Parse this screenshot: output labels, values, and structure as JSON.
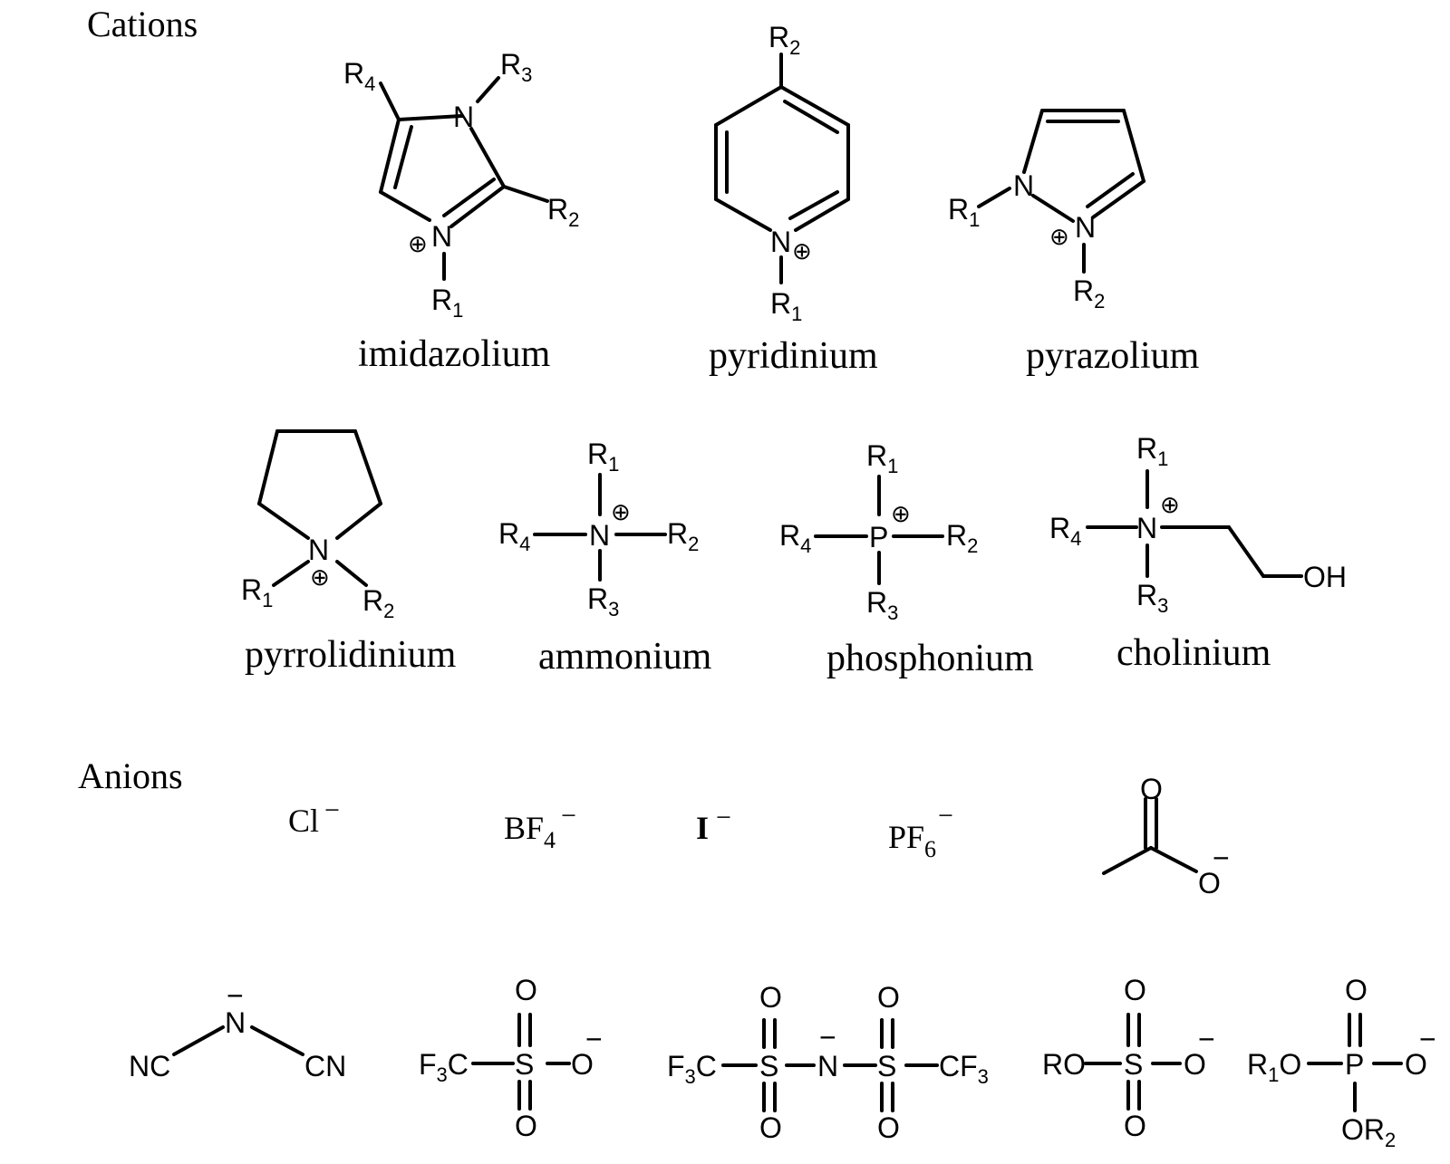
{
  "sections": {
    "cations": "Cations",
    "anions": "Anions"
  },
  "cations": {
    "imidazolium": "imidazolium",
    "pyridinium": "pyridinium",
    "pyrazolium": "pyrazolium",
    "pyrrolidinium": "pyrrolidinium",
    "ammonium": "ammonium",
    "phosphonium": "phosphonium",
    "cholinium": "cholinium"
  },
  "anions": {
    "chloride": "Cl",
    "tetrafluoroborate": "BF",
    "iodide": "I",
    "hexafluorophosphate": "PF"
  },
  "atoms": {
    "R": "R",
    "N": "N",
    "P": "P",
    "S": "S",
    "O": "O",
    "OH": "OH",
    "NC": "NC",
    "CN": "CN",
    "C": "C",
    "F": "F",
    "RO": "RO",
    "sub1": "1",
    "sub2": "2",
    "sub3": "3",
    "sub4": "4",
    "sub6": "6",
    "plus": "⊕",
    "minus": "−"
  }
}
